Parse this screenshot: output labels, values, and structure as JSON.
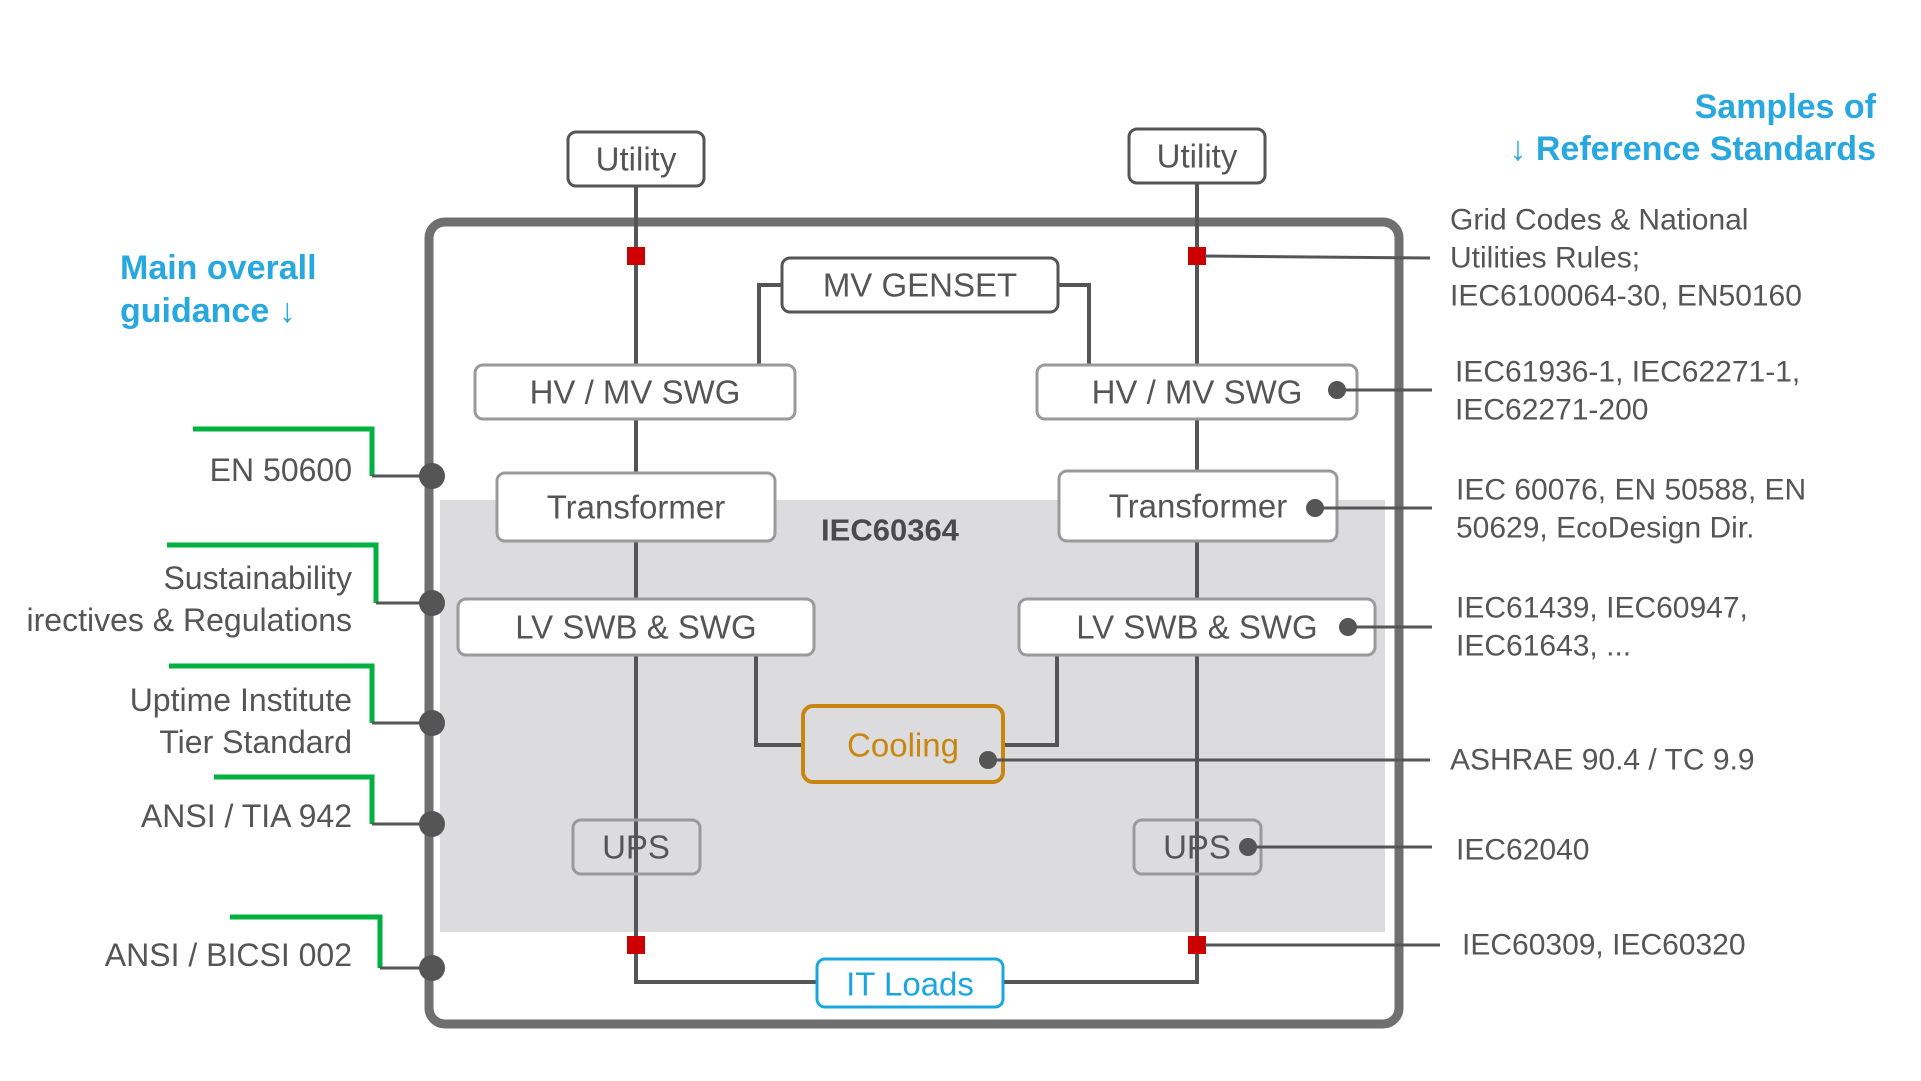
{
  "headings": {
    "main_guidance_line1": "Main overall",
    "main_guidance_line2": "guidance ↓",
    "reference_line1": "Samples of",
    "reference_line2": "↓ Reference Standards"
  },
  "center_label": "IEC60364",
  "nodes": {
    "utility_left": "Utility",
    "utility_right": "Utility",
    "mv_genset": "MV GENSET",
    "hvmv_left": "HV / MV SWG",
    "hvmv_right": "HV / MV SWG",
    "transformer_left": "Transformer",
    "transformer_right": "Transformer",
    "lvswb_left": "LV SWB & SWG",
    "lvswb_right": "LV SWB & SWG",
    "cooling": "Cooling",
    "ups_left": "UPS",
    "ups_right": "UPS",
    "it_loads": "IT Loads"
  },
  "guidance": [
    {
      "lines": [
        "EN 50600"
      ]
    },
    {
      "lines": [
        "Sustainability",
        "irectives & Regulations"
      ]
    },
    {
      "lines": [
        "Uptime Institute",
        "Tier Standard"
      ]
    },
    {
      "lines": [
        "ANSI / TIA 942"
      ]
    },
    {
      "lines": [
        "ANSI / BICSI 002"
      ]
    }
  ],
  "standards": [
    {
      "lines": [
        "Grid Codes & National",
        "Utilities Rules;",
        "IEC6100064-30, EN50160"
      ]
    },
    {
      "lines": [
        "IEC61936-1, IEC62271-1,",
        "IEC62271-200"
      ]
    },
    {
      "lines": [
        "IEC 60076, EN 50588, EN",
        "50629, EcoDesign Dir."
      ]
    },
    {
      "lines": [
        "IEC61439, IEC60947,",
        "IEC61643, ..."
      ]
    },
    {
      "lines": [
        "ASHRAE 90.4 / TC 9.9"
      ]
    },
    {
      "lines": [
        "IEC62040"
      ]
    },
    {
      "lines": [
        "IEC60309, IEC60320"
      ]
    }
  ],
  "colors": {
    "frame": "#6f6f6f",
    "wire": "#555555",
    "shaded_area": "#dcdcdf",
    "breaker": "#cc0000",
    "guidance_bracket": "#00b140",
    "heading_blue": "#29a8e0",
    "cooling": "#c8860f",
    "it_loads": "#1aa7e0"
  }
}
